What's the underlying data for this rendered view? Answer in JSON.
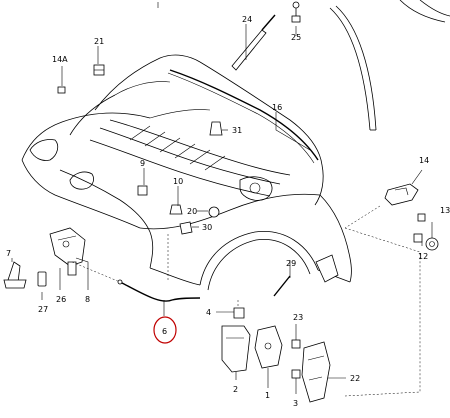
{
  "diagram": {
    "highlight_color": "#c00000",
    "highlighted_label": "6",
    "callouts": [
      {
        "id": "c1",
        "text": "1"
      },
      {
        "id": "c2",
        "text": "2"
      },
      {
        "id": "c3",
        "text": "3"
      },
      {
        "id": "c4",
        "text": "4"
      },
      {
        "id": "c6",
        "text": "6"
      },
      {
        "id": "c7",
        "text": "7"
      },
      {
        "id": "c8",
        "text": "8"
      },
      {
        "id": "c9",
        "text": "9"
      },
      {
        "id": "c10",
        "text": "10"
      },
      {
        "id": "c12",
        "text": "12"
      },
      {
        "id": "c13",
        "text": "13"
      },
      {
        "id": "c14",
        "text": "14"
      },
      {
        "id": "c14a",
        "text": "14A"
      },
      {
        "id": "c16",
        "text": "16"
      },
      {
        "id": "c20",
        "text": "20"
      },
      {
        "id": "c21",
        "text": "21"
      },
      {
        "id": "c22",
        "text": "22"
      },
      {
        "id": "c23",
        "text": "23"
      },
      {
        "id": "c24",
        "text": "24"
      },
      {
        "id": "c25",
        "text": "25"
      },
      {
        "id": "c26",
        "text": "26"
      },
      {
        "id": "c27",
        "text": "27"
      },
      {
        "id": "c29",
        "text": "29"
      },
      {
        "id": "c30",
        "text": "30"
      },
      {
        "id": "c31",
        "text": "31"
      }
    ]
  }
}
